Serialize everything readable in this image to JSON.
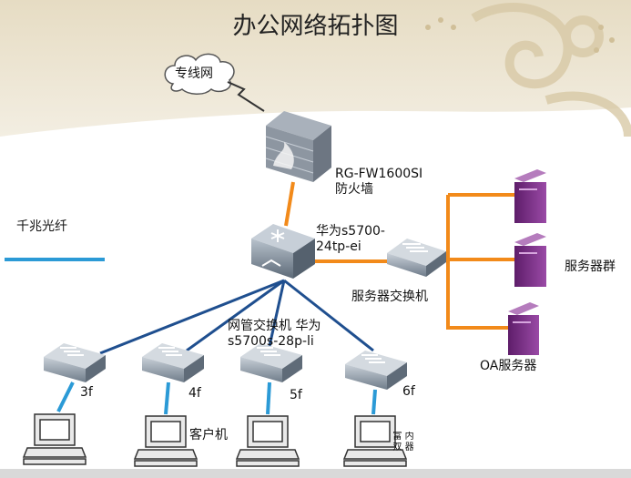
{
  "diagram": {
    "title": "办公网络拓扑图",
    "cloud_label": "专线网",
    "firewall_label": "RG-FW1600SI\n防火墙",
    "core_switch_label": "华为s5700-\n24tp-ei",
    "legend_label": "千兆光纤",
    "server_switch_label": "服务器交换机",
    "server_group_label": "服务器群",
    "oa_server_label": "OA服务器",
    "mgmt_switch_label": "网管交换机 华为\ns5700s-28p-li",
    "client_label": "客户机",
    "floors": [
      "3f",
      "4f",
      "5f",
      "6f"
    ],
    "router_note": "富 内 双 器",
    "colors": {
      "fiber": "#f28a1a",
      "uplink": "#1f4f8f",
      "access": "#2b9ad6",
      "server": "#7b2d86",
      "legend_line": "#2b9ad6"
    }
  }
}
